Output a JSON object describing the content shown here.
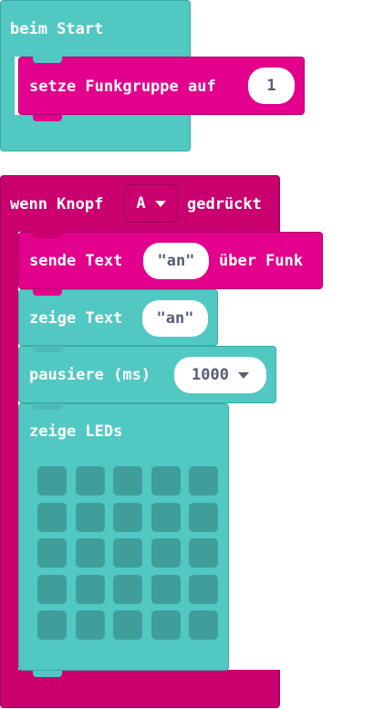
{
  "colors": {
    "basic": "#52c8c3",
    "basic_border": "#3aa8a3",
    "radio": "#e3008c",
    "radio_border": "#b30070",
    "input": "#c9006e",
    "input_border": "#9a0055",
    "led_off": "#3f9e9a",
    "pill_text": "#575e75"
  },
  "on_start": {
    "label": "beim Start",
    "set_group": {
      "label": "setze Funkgruppe auf",
      "value": "1"
    }
  },
  "on_button": {
    "prefix": "wenn Knopf",
    "button": "A",
    "suffix": "gedrückt",
    "send_text": {
      "label": "sende Text",
      "value": "\"an\"",
      "suffix": "über Funk"
    },
    "show_string": {
      "label": "zeige Text",
      "value": "\"an\""
    },
    "pause": {
      "label": "pausiere (ms)",
      "value": "1000"
    },
    "show_leds": {
      "label": "zeige LEDs",
      "grid": [
        [
          0,
          0,
          0,
          0,
          0
        ],
        [
          0,
          0,
          0,
          0,
          0
        ],
        [
          0,
          0,
          0,
          0,
          0
        ],
        [
          0,
          0,
          0,
          0,
          0
        ],
        [
          0,
          0,
          0,
          0,
          0
        ]
      ]
    }
  }
}
